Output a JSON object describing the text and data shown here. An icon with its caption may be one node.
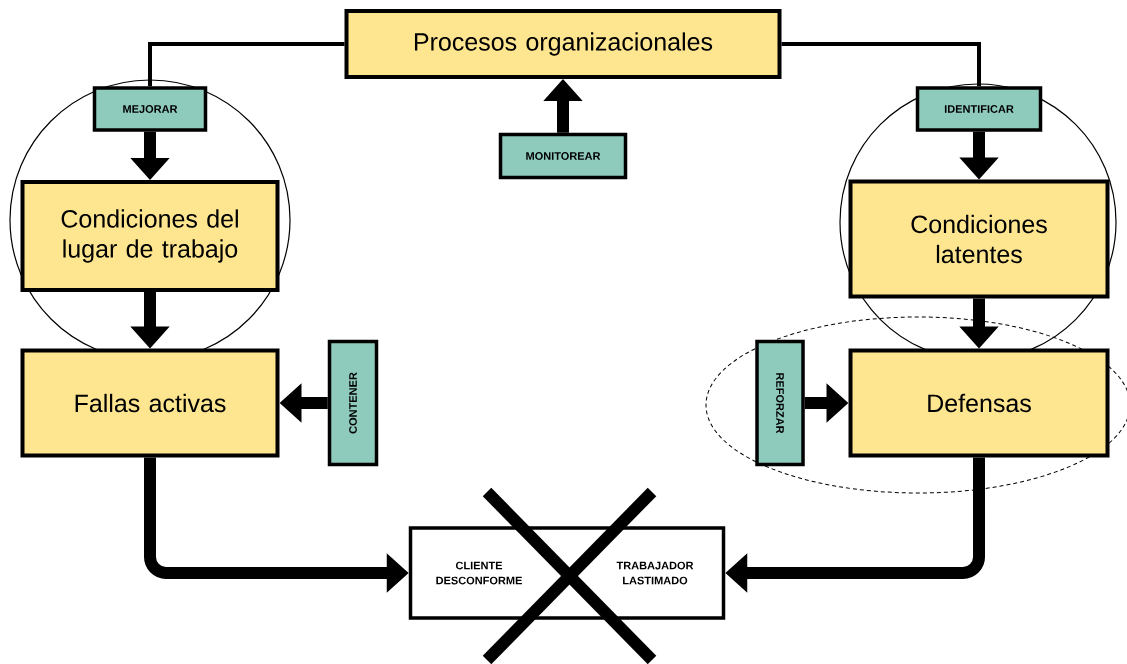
{
  "diagram": {
    "nodes": [
      {
        "text": [
          "Procesos organizacionales"
        ]
      },
      {
        "text": [
          "MEJORAR"
        ]
      },
      {
        "text": [
          "IDENTIFICAR"
        ]
      },
      {
        "text": [
          "MONITOREAR"
        ]
      },
      {
        "text": [
          "Condiciones del lugar de trabajo"
        ]
      },
      {
        "text": [
          "Condiciones latentes"
        ]
      },
      {
        "text": [
          "Fallas activas"
        ]
      },
      {
        "text": [
          "CONTENER"
        ]
      },
      {
        "text": [
          "REFORZAR"
        ]
      },
      {
        "text": [
          "Defensas"
        ]
      },
      {
        "text": [
          "CLIENTE DESCONFORME",
          "TRABAJADOR LASTIMADO"
        ]
      }
    ],
    "edges": [
      {
        "from": 0,
        "to": 1,
        "arrow": "none"
      },
      {
        "from": 0,
        "to": 2,
        "arrow": "none"
      },
      {
        "from": 1,
        "to": 4,
        "arrow": "to"
      },
      {
        "from": 3,
        "to": 0,
        "arrow": "to"
      },
      {
        "from": 2,
        "to": 5,
        "arrow": "to"
      },
      {
        "from": 4,
        "to": 6,
        "arrow": "to"
      },
      {
        "from": 5,
        "to": 9,
        "arrow": "to"
      },
      {
        "from": 7,
        "to": 6,
        "arrow": "to"
      },
      {
        "from": 8,
        "to": 9,
        "arrow": "to"
      },
      {
        "from": 6,
        "to": 10,
        "arrow": "to"
      },
      {
        "from": 9,
        "to": 10,
        "arrow": "to"
      }
    ]
  }
}
